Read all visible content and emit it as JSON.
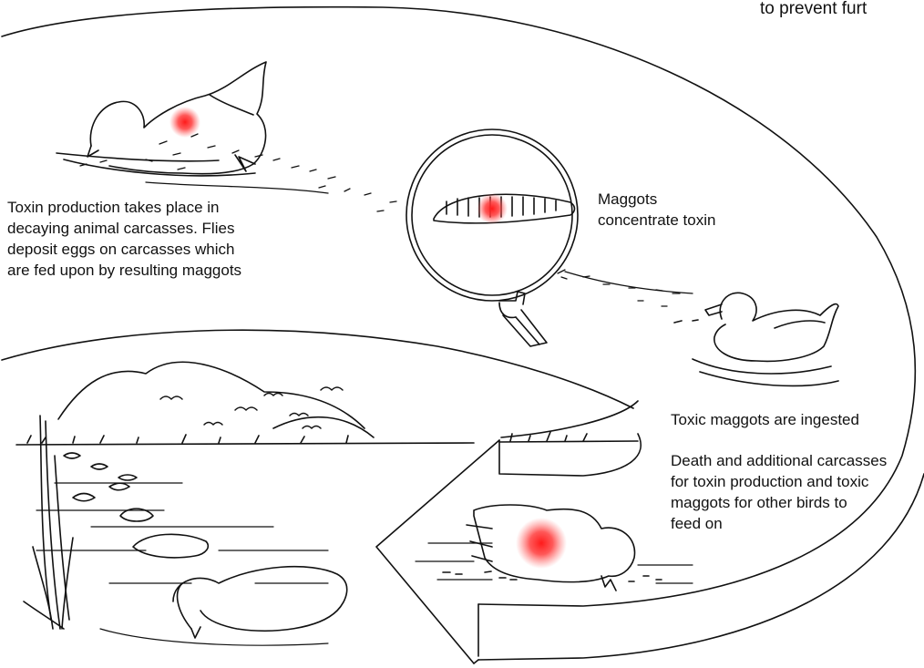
{
  "labels": {
    "top_cutoff": "to prevent furt",
    "toxin_production": "Toxin production takes place in\ndecaying animal carcasses. Flies\ndeposit eggs on carcasses which\nare fed upon by resulting maggots",
    "maggots_concentrate": "Maggots\nconcentrate toxin",
    "ingested": "Toxic maggots are ingested",
    "death_cycle": "Death and additional carcasses\nfor toxin production and toxic\nmaggots for other birds to\nfeed on"
  },
  "colors": {
    "line": "#111111",
    "toxin": "#ff2a2a",
    "background": "#ffffff"
  },
  "icons": [
    "dead-bird-carcass",
    "magnifying-glass",
    "maggot",
    "swimming-duck",
    "flying-birds",
    "cycle-arrow",
    "marsh-reeds"
  ]
}
